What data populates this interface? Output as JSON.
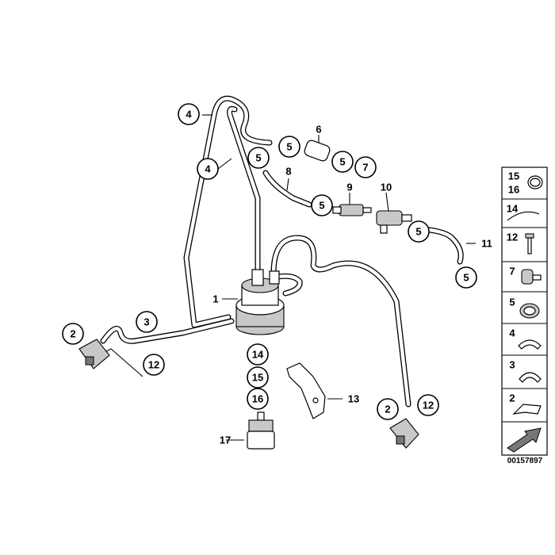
{
  "callouts": {
    "c4_top": "4",
    "c4_mid": "4",
    "c6": "6",
    "c5_a": "5",
    "c5_b": "5",
    "c7": "7",
    "c5_c": "5",
    "c8": "8",
    "c9": "9",
    "c10": "10",
    "c5_d": "5",
    "c5_e": "5",
    "c11": "11",
    "c5_f": "5",
    "c1": "1",
    "c3": "3",
    "c2_left": "2",
    "c12_left": "12",
    "c14": "14",
    "c15": "15",
    "c16": "16",
    "c13": "13",
    "c17": "17",
    "c2_right": "2",
    "c12_right": "12"
  },
  "legend": {
    "items": [
      "15",
      "16",
      "14",
      "12",
      "7",
      "5",
      "4",
      "3",
      "2"
    ]
  },
  "reference_number": "00157897"
}
